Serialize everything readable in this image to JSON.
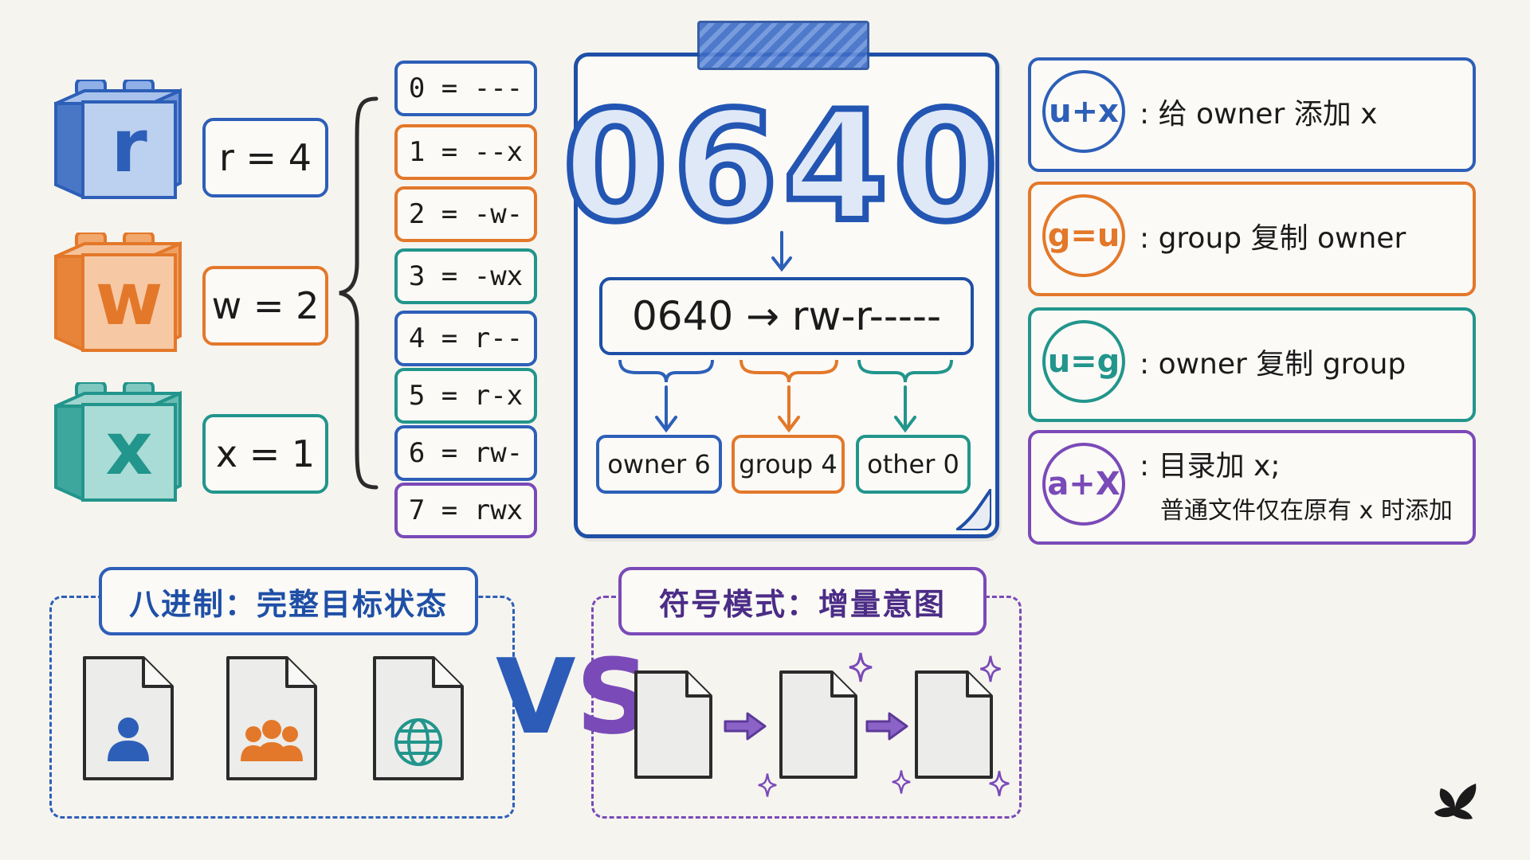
{
  "bits": [
    {
      "letter": "r",
      "value": "r = 4",
      "color": "#2d5fb8",
      "light": "#bcd0ef"
    },
    {
      "letter": "w",
      "value": "w = 2",
      "color": "#e3782a",
      "light": "#f6c9a4"
    },
    {
      "letter": "x",
      "value": "x = 1",
      "color": "#22958c",
      "light": "#a9dcd6"
    }
  ],
  "mapping": [
    {
      "text": "0 = ---",
      "color": "#2d5fb8"
    },
    {
      "text": "1 = --x",
      "color": "#e3782a"
    },
    {
      "text": "2 = -w-",
      "color": "#e3782a"
    },
    {
      "text": "3 = -wx",
      "color": "#22958c"
    },
    {
      "text": "4 = r--",
      "color": "#2d5fb8"
    },
    {
      "text": "5 = r-x",
      "color": "#22958c"
    },
    {
      "text": "6 = rw-",
      "color": "#2d5fb8"
    },
    {
      "text": "7 = rwx",
      "color": "#7a4ab8"
    }
  ],
  "center": {
    "octal": "0640",
    "conversion": "0640 → rw-r-----",
    "roles": [
      {
        "label": "owner 6",
        "color": "#2d5fb8"
      },
      {
        "label": "group 4",
        "color": "#e3782a"
      },
      {
        "label": "other 0",
        "color": "#22958c"
      }
    ]
  },
  "symbolic": [
    {
      "symbol": "u+x",
      "desc": ": 给 owner 添加 x",
      "color": "#2d5fb8"
    },
    {
      "symbol": "g=u",
      "desc": ": group 复制 owner",
      "color": "#e3782a"
    },
    {
      "symbol": "u=g",
      "desc": ": owner 复制 group",
      "color": "#22958c"
    },
    {
      "symbol": "a+X",
      "desc": ": 目录加 x;",
      "desc2": "普通文件仅在原有 x 时添加",
      "color": "#7a4ab8"
    }
  ],
  "bottom": {
    "octal_title": "八进制：完整目标状态",
    "symbolic_title": "符号模式：增量意图",
    "vs_v": "V",
    "vs_s": "S",
    "octal_color": "#2d5fb8",
    "symbolic_color": "#7a4ab8",
    "file_icons": [
      "user-icon",
      "group-icon",
      "globe-icon"
    ]
  }
}
